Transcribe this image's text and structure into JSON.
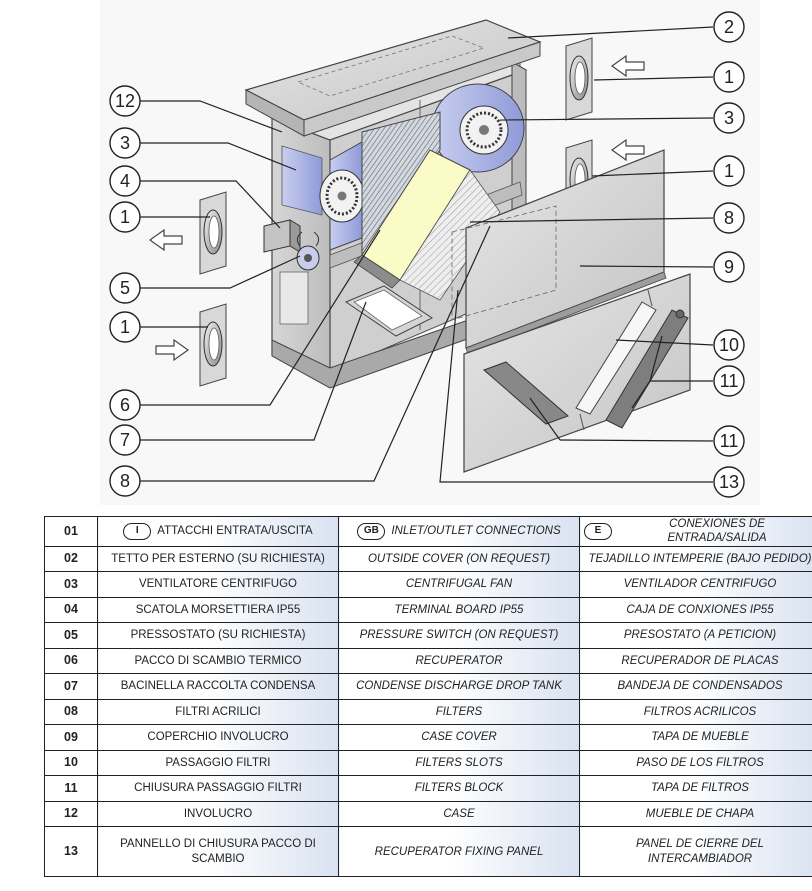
{
  "diagram": {
    "callouts": [
      "1",
      "2",
      "3",
      "4",
      "5",
      "6",
      "7",
      "8",
      "9",
      "10",
      "11",
      "12",
      "13"
    ]
  },
  "legend": {
    "languages": {
      "it": "I",
      "gb": "GB",
      "es": "E"
    },
    "rows": [
      {
        "code": "01",
        "it": "ATTACCHI ENTRATA/USCITA",
        "gb": "INLET/OUTLET CONNECTIONS",
        "es": "CONEXIONES DE ENTRADA/SALIDA"
      },
      {
        "code": "02",
        "it": "TETTO PER ESTERNO (SU RICHIESTA)",
        "gb": "OUTSIDE COVER (ON REQUEST)",
        "es": "TEJADILLO INTEMPERIE (BAJO PEDIDO)"
      },
      {
        "code": "03",
        "it": "VENTILATORE CENTRIFUGO",
        "gb": "CENTRIFUGAL FAN",
        "es": "VENTILADOR CENTRIFUGO"
      },
      {
        "code": "04",
        "it": "SCATOLA MORSETTIERA IP55",
        "gb": "TERMINAL BOARD IP55",
        "es": "CAJA DE CONXIONES IP55"
      },
      {
        "code": "05",
        "it": "PRESSOSTATO (SU RICHIESTA)",
        "gb": "PRESSURE SWITCH (ON REQUEST)",
        "es": "PRESOSTATO (A PETICION)"
      },
      {
        "code": "06",
        "it": "PACCO DI SCAMBIO TERMICO",
        "gb": "RECUPERATOR",
        "es": "RECUPERADOR DE PLACAS"
      },
      {
        "code": "07",
        "it": "BACINELLA RACCOLTA CONDENSA",
        "gb": "CONDENSE DISCHARGE DROP TANK",
        "es": "BANDEJA DE CONDENSADOS"
      },
      {
        "code": "08",
        "it": "FILTRI ACRILICI",
        "gb": "FILTERS",
        "es": "FILTROS ACRILICOS"
      },
      {
        "code": "09",
        "it": "COPERCHIO INVOLUCRO",
        "gb": "CASE COVER",
        "es": "TAPA DE MUEBLE"
      },
      {
        "code": "10",
        "it": "PASSAGGIO FILTRI",
        "gb": "FILTERS SLOTS",
        "es": "PASO DE LOS FILTROS"
      },
      {
        "code": "11",
        "it": "CHIUSURA PASSAGGIO FILTRI",
        "gb": "FILTERS BLOCK",
        "es": "TAPA DE FILTROS"
      },
      {
        "code": "12",
        "it": "INVOLUCRO",
        "gb": "CASE",
        "es": "MUEBLE DE CHAPA"
      },
      {
        "code": "13",
        "it": "PANNELLO DI CHIUSURA PACCO DI SCAMBIO",
        "gb": "RECUPERATOR FIXING PANEL",
        "es": "PANEL DE CIERRE DEL INTERCAMBIADOR"
      }
    ]
  }
}
